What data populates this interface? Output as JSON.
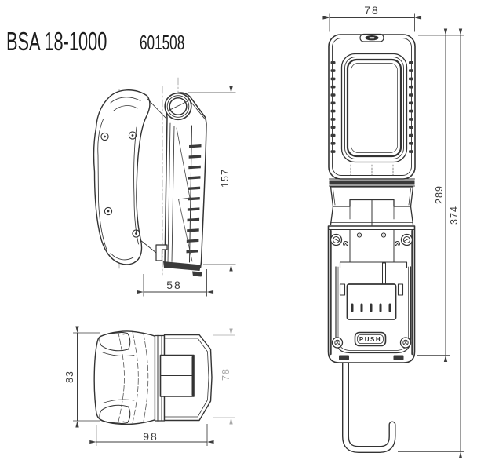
{
  "header": {
    "model": "BSA 18-1000",
    "article_number": "601508"
  },
  "front_view": {
    "width_mm": "78",
    "body_height_mm": "289",
    "total_height_mm": "374",
    "battery_release_label": "PUSH"
  },
  "side_view": {
    "height_mm": "157",
    "depth_mm": "58"
  },
  "top_view": {
    "height_mm": "83",
    "width_mm": "98",
    "depth_mm": "78"
  },
  "colors": {
    "line": "#333333",
    "dimension": "#3d3d3d",
    "muted_dimension": "#a8a8a8",
    "background": "#ffffff"
  }
}
